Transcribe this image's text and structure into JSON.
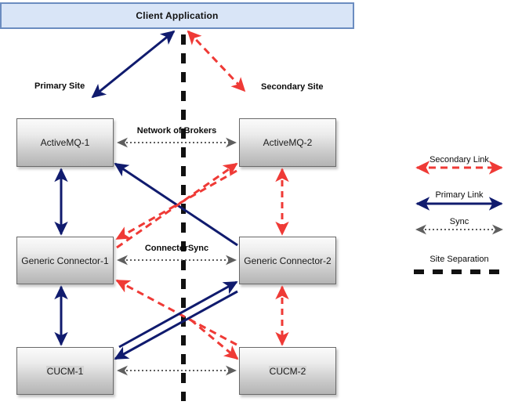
{
  "diagram": {
    "client": {
      "label": "Client Application"
    },
    "sites": {
      "primary": "Primary Site",
      "secondary": "Secondary Site"
    },
    "nodes": [
      {
        "id": "activemq-1",
        "label": "ActiveMQ-1",
        "column": "primary",
        "row": "broker",
        "highlight": false
      },
      {
        "id": "activemq-2",
        "label": "ActiveMQ-2",
        "column": "secondary",
        "row": "broker",
        "highlight": false
      },
      {
        "id": "generic-connector-1",
        "label": "Generic Connector-1",
        "column": "primary",
        "row": "connector",
        "highlight": false
      },
      {
        "id": "generic-connector-2",
        "label": "Generic Connector-2",
        "column": "secondary",
        "row": "connector",
        "highlight": false
      },
      {
        "id": "cucm-1",
        "label": "CUCM-1",
        "column": "primary",
        "row": "cucm",
        "highlight": true
      },
      {
        "id": "cucm-2",
        "label": "CUCM-2",
        "column": "secondary",
        "row": "cucm",
        "highlight": true
      }
    ],
    "edge_labels": [
      {
        "id": "network-of-brokers",
        "label": "Network of Brokers"
      },
      {
        "id": "connector-sync",
        "label": "ConnectorSync"
      }
    ],
    "legend": {
      "items": [
        {
          "id": "secondary-link",
          "label": "Secondary Link",
          "style": "dashed-arrow-both",
          "color": "#ef3a36"
        },
        {
          "id": "primary-link",
          "label": "Primary Link",
          "style": "solid-arrow-both",
          "color": "#101b6e"
        },
        {
          "id": "sync",
          "label": "Sync",
          "style": "dotted-arrow-both",
          "color": "#5e5e5e"
        },
        {
          "id": "site-separation",
          "label": "Site Separation",
          "style": "dashed-line",
          "color": "#111111"
        }
      ]
    },
    "colors": {
      "primary_link": "#101b6e",
      "secondary_link": "#ef3a36",
      "sync": "#5e5e5e",
      "separator": "#111111",
      "client_fill": "#d9e5f7",
      "client_border": "#6b8cc0",
      "node_border": "#6a6a6a"
    }
  }
}
